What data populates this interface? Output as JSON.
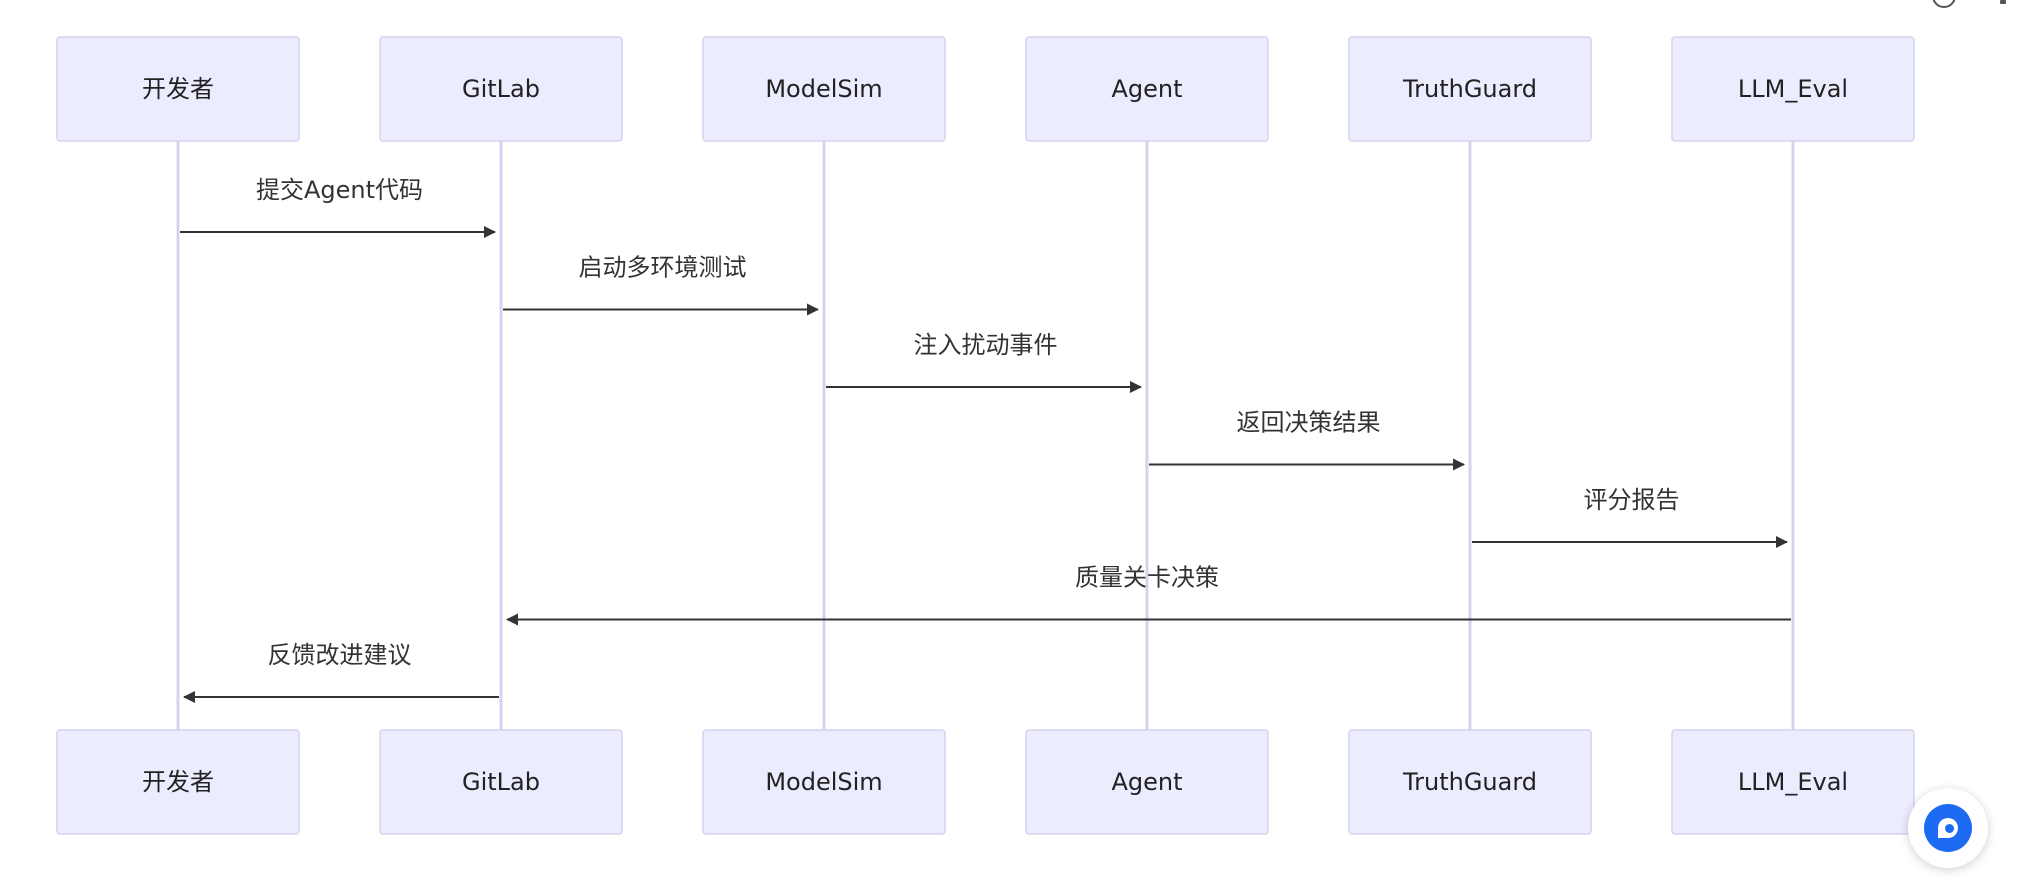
{
  "diagram": {
    "type": "sequence",
    "participants": [
      {
        "id": "dev",
        "label": "开发者"
      },
      {
        "id": "gitlab",
        "label": "GitLab"
      },
      {
        "id": "modelsim",
        "label": "ModelSim"
      },
      {
        "id": "agent",
        "label": "Agent"
      },
      {
        "id": "truthguard",
        "label": "TruthGuard"
      },
      {
        "id": "llm_eval",
        "label": "LLM_Eval"
      }
    ],
    "messages": [
      {
        "from": "dev",
        "to": "gitlab",
        "label": "提交Agent代码"
      },
      {
        "from": "gitlab",
        "to": "modelsim",
        "label": "启动多环境测试"
      },
      {
        "from": "modelsim",
        "to": "agent",
        "label": "注入扰动事件"
      },
      {
        "from": "agent",
        "to": "truthguard",
        "label": "返回决策结果"
      },
      {
        "from": "truthguard",
        "to": "llm_eval",
        "label": "评分报告"
      },
      {
        "from": "llm_eval",
        "to": "gitlab",
        "label": "质量关卡决策"
      },
      {
        "from": "gitlab",
        "to": "dev",
        "label": "反馈改进建议"
      }
    ]
  },
  "colors": {
    "actor_fill": "#ececff",
    "actor_border": "#d6d2ee",
    "lifeline": "#d8d0f0",
    "message_line": "#333333",
    "chat_button": "#1d6bf2"
  },
  "icons": {
    "chat_button": "chat-bubble-icon",
    "corner": "circle-icon"
  }
}
